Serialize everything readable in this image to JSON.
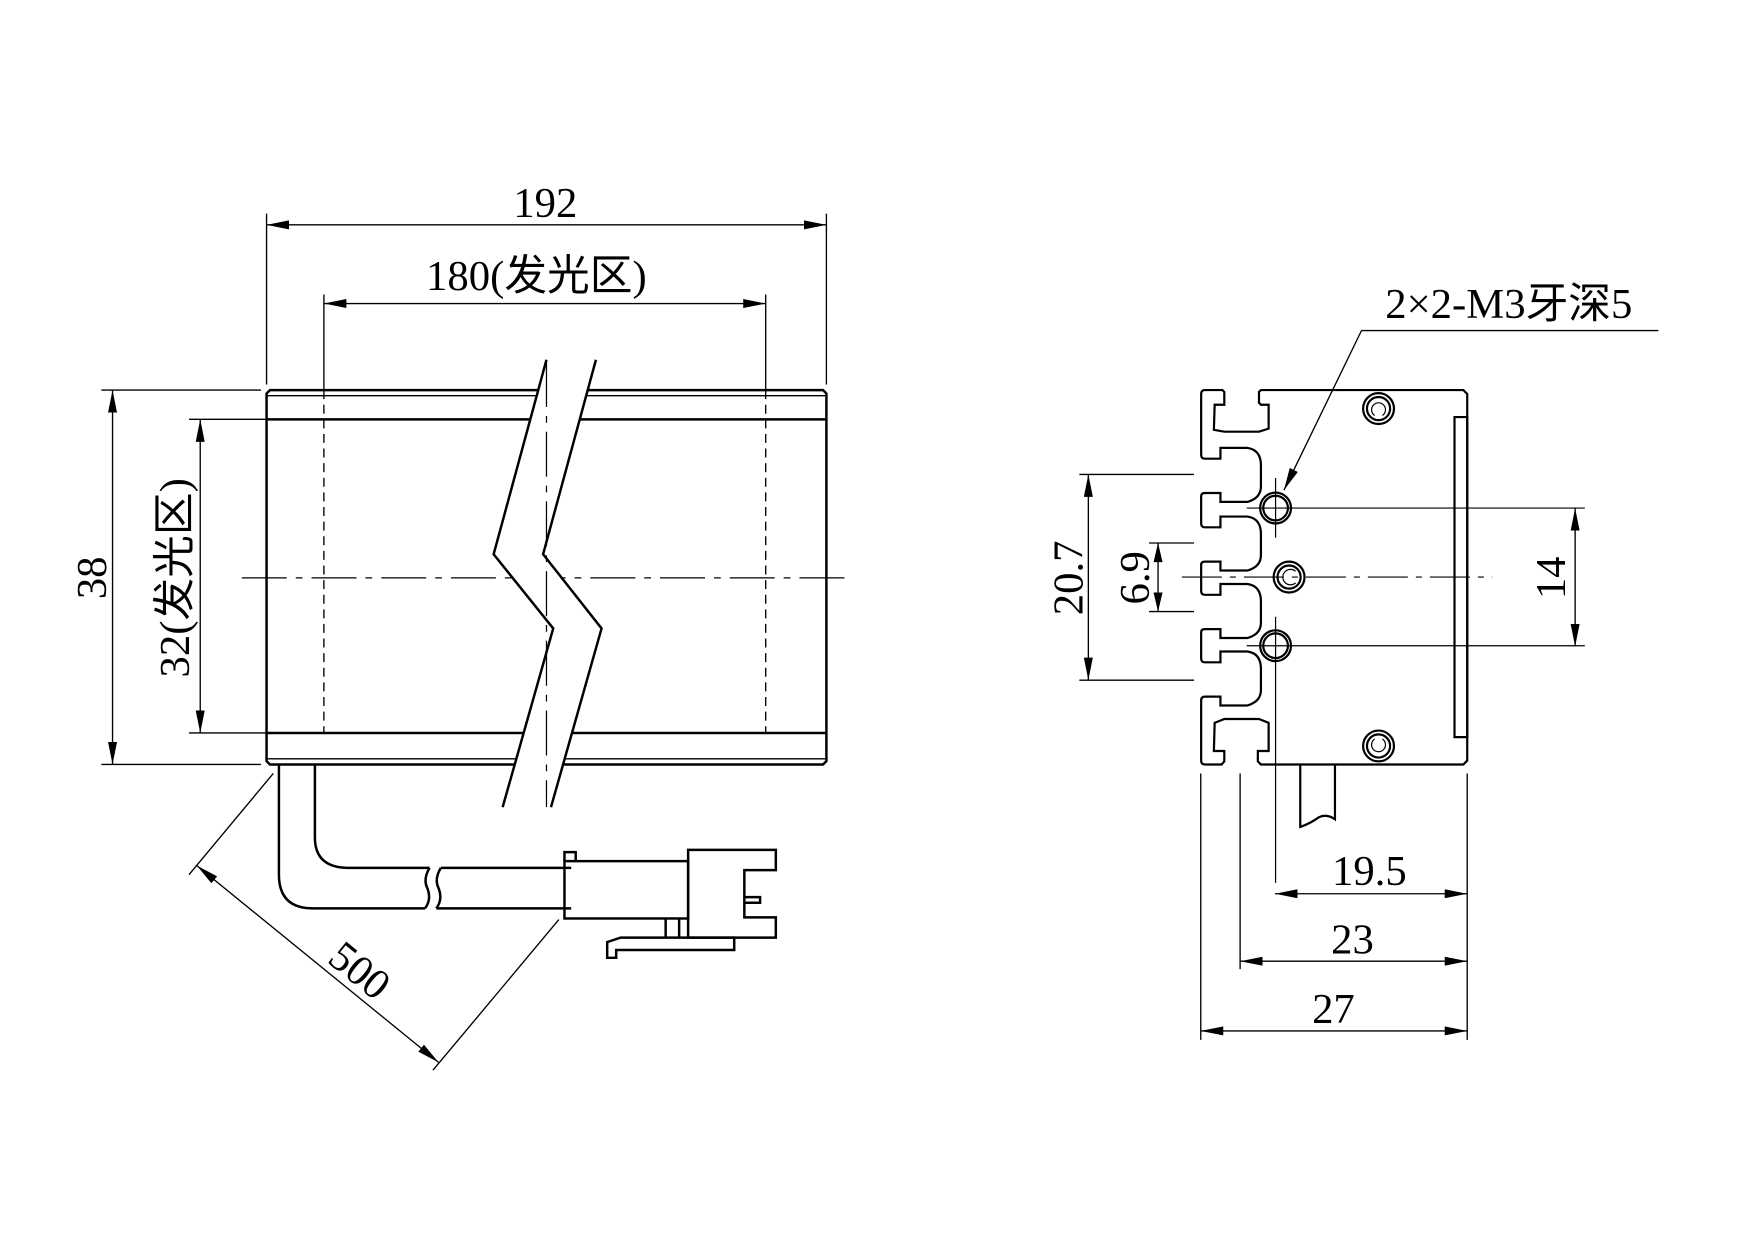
{
  "front_view": {
    "overall_length": "192",
    "emitting_length": "180(发光区)",
    "overall_height": "38",
    "emitting_height": "32(发光区)",
    "cable_length": "500"
  },
  "side_view": {
    "thread_note": "2×2-M3牙深5",
    "hole_span_outer": "20.7",
    "hole_span_inner": "6.9",
    "hole_pitch": "14",
    "depth_to_hole": "19.5",
    "depth_to_slot": "23",
    "overall_depth": "27"
  }
}
